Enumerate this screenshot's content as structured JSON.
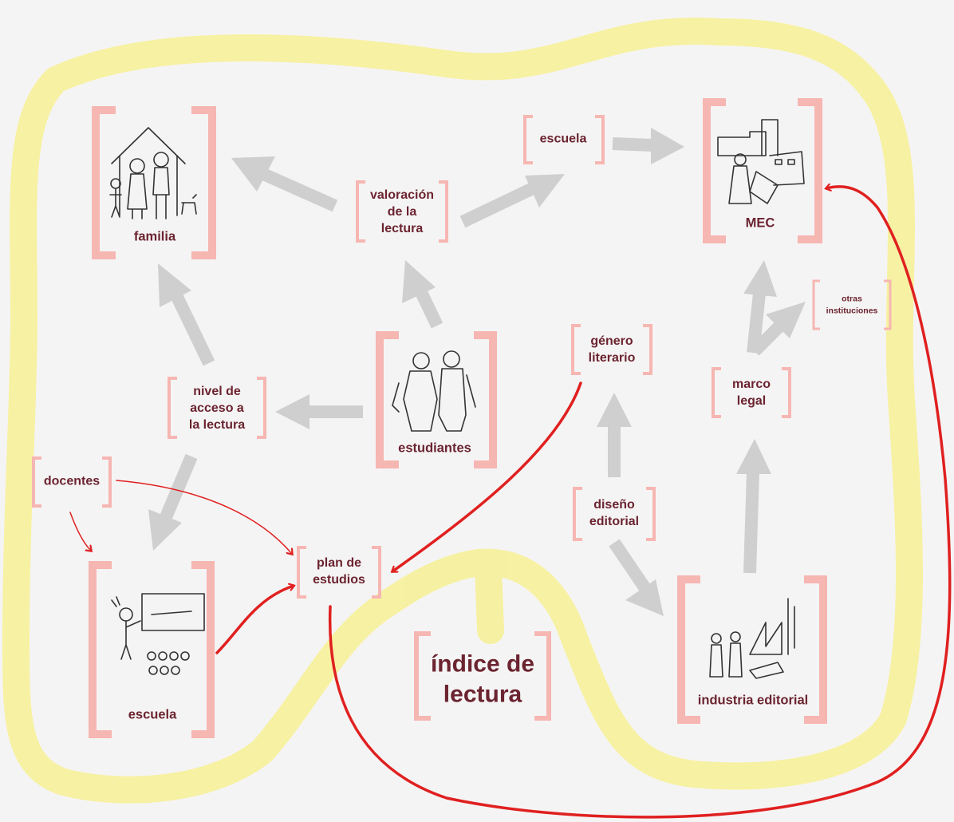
{
  "nodes": {
    "familia": "familia",
    "valoracion": "valoración\nde la\nlectura",
    "escuela_top": "escuela",
    "mec": "MEC",
    "otras": "otras\ninstituciones",
    "genero": "género\nliterario",
    "marco": "marco\nlegal",
    "nivel": "nivel de\nacceso a\nla lectura",
    "estudiantes": "estudiantes",
    "docentes": "docentes",
    "diseno": "diseño\neditorial",
    "plan": "plan de\nestudios",
    "escuela_bottom": "escuela",
    "indice": "índice de\nlectura",
    "industria": "industria editorial"
  },
  "colors": {
    "bracket": "#f6b6b2",
    "arrow": "#cfcfcf",
    "red": "#e02020",
    "highlight": "#f7f19a",
    "text": "#6b2430"
  }
}
